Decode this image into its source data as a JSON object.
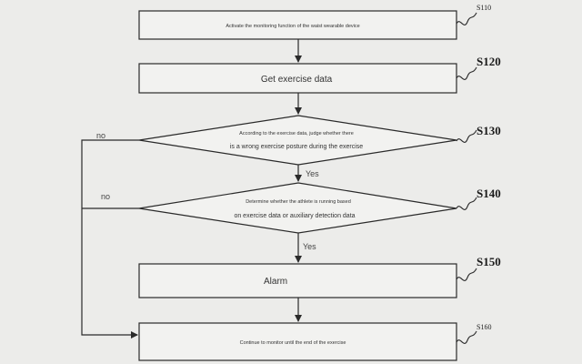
{
  "steps": {
    "s110": {
      "id": "S110",
      "text": "Activate the monitoring function of the waist wearable device"
    },
    "s120": {
      "id": "S120",
      "text": "Get exercise data"
    },
    "s130": {
      "id": "S130",
      "line1": "According to the exercise data, judge whether there",
      "line2": "is a wrong exercise posture during the exercise"
    },
    "s140": {
      "id": "S140",
      "line1": "Determine whether the athlete is running based",
      "line2": "on exercise data or auxiliary detection data"
    },
    "s150": {
      "id": "S150",
      "text": "Alarm"
    },
    "s160": {
      "id": "S160",
      "text": "Continue to monitor until the end of the exercise"
    }
  },
  "labels": {
    "yes_130": "Yes",
    "yes_140": "Yes",
    "no_130": "no",
    "no_140": "no"
  }
}
